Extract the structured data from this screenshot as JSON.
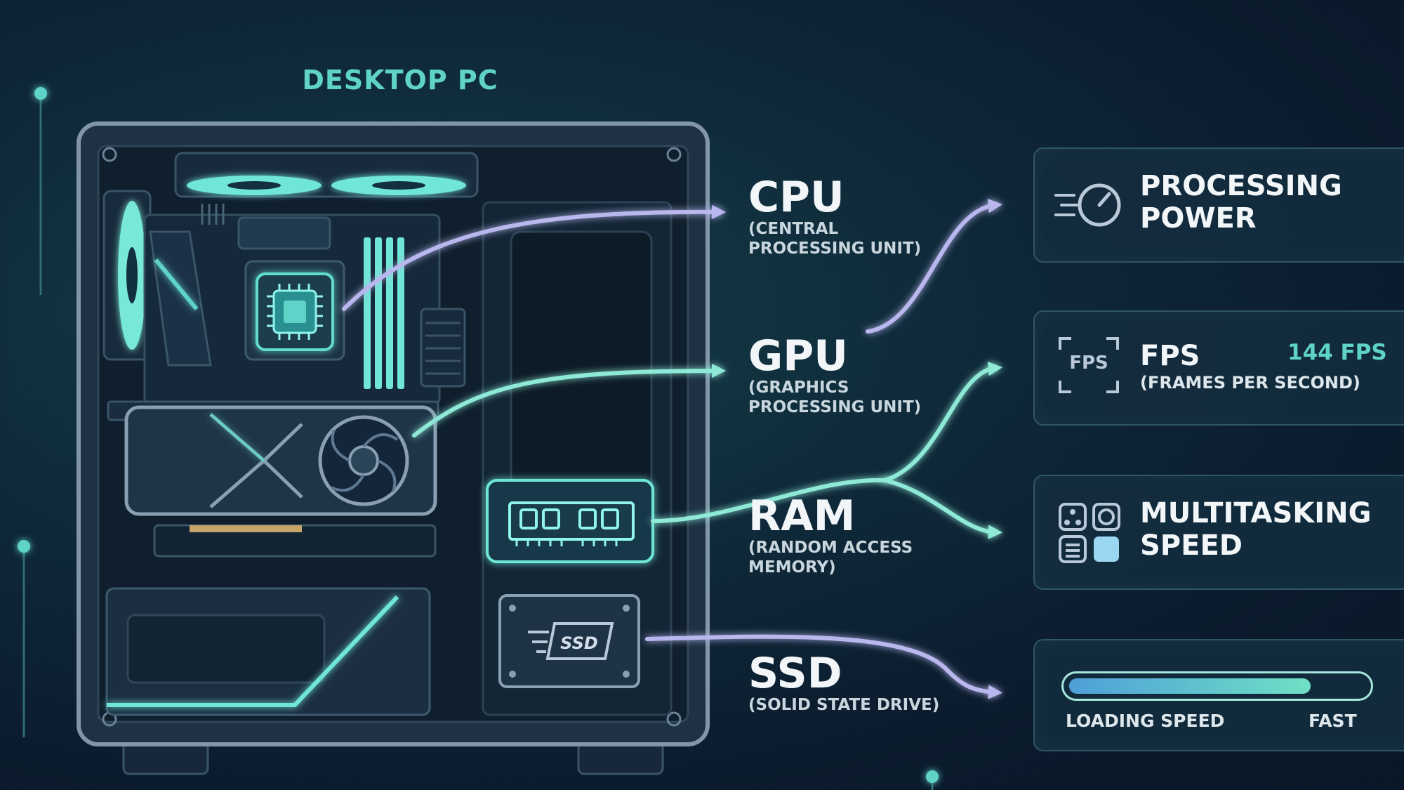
{
  "title": "DESKTOP PC",
  "components": [
    {
      "key": "cpu",
      "name": "CPU",
      "desc": [
        "(CENTRAL",
        "PROCESSING UNIT)"
      ]
    },
    {
      "key": "gpu",
      "name": "GPU",
      "desc": [
        "(GRAPHICS",
        "PROCESSING UNIT)"
      ]
    },
    {
      "key": "ram",
      "name": "RAM",
      "desc": [
        "(RANDOM ACCESS",
        "MEMORY)"
      ]
    },
    {
      "key": "ssd",
      "name": "SSD",
      "desc": [
        "(SOLID STATE DRIVE)"
      ]
    }
  ],
  "parts": {
    "ssd_label": "SSD"
  },
  "outcomes": {
    "processing": {
      "lines": [
        "PROCESSING",
        "POWER"
      ],
      "icon": "speedometer-icon"
    },
    "fps": {
      "icon_text": "FPS",
      "title": "FPS",
      "subtitle": "(FRAMES PER SECOND)",
      "value": "144 FPS",
      "icon": "fps-frame-icon"
    },
    "multitasking": {
      "lines": [
        "MULTITASKING",
        "SPEED"
      ],
      "icon": "app-grid-icon"
    },
    "loading": {
      "label": "LOADING SPEED",
      "end_label": "FAST",
      "level": 0.82
    }
  },
  "colors": {
    "teal": "#5fd3c8",
    "lavender": "#b9b7ee",
    "background": "#0f2a3a"
  }
}
